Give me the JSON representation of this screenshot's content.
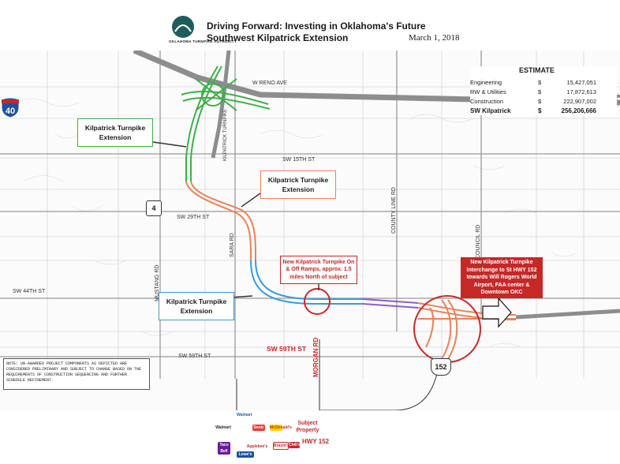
{
  "header": {
    "logo_text": "OKLAHOMA TURNPIKE AUTHORITY",
    "title_line1": "Driving Forward: Investing in Oklahoma's Future",
    "title_line2": "Southwest Kilpatrick Extension",
    "date": "March 1, 2018"
  },
  "estimate": {
    "title": "ESTIMATE",
    "rows": [
      {
        "label": "Engineering",
        "currency": "$",
        "amount": "15,427,051"
      },
      {
        "label": "RW & Utilities",
        "currency": "$",
        "amount": "17,872,613"
      },
      {
        "label": "Construction",
        "currency": "$",
        "amount": "222,907,002"
      }
    ],
    "total": {
      "label": "SW Kilpatrick",
      "currency": "$",
      "amount": "256,206,666"
    }
  },
  "callouts": {
    "green": "Kilpatrick Turnpike Extension",
    "orange": "Kilpatrick Turnpike Extension",
    "blue": "Kilpatrick Turnpike Extension",
    "ramps": "New Kilpatrick Turnpike On & Off Ramps, approx. 1.5 miles North of subject",
    "interchange": "New Kilpatrick Turnpike Interchange to St HWY 152 towards Will Rogers World Airport, FAA center & Downtown OKC"
  },
  "roads": {
    "w_reno": "W RENO AVE",
    "sw15": "SW 15TH ST",
    "sw29": "SW 29TH ST",
    "sw44": "SW 44TH ST",
    "sw59": "SW 59TH ST",
    "mustang": "MUSTANG RD",
    "sara": "SARA RD",
    "county_line": "COUNTY LINE RD",
    "council": "COUNCIL RD",
    "kilpatrick": "KILPATRICK TURNPIKE",
    "morgan": "MORGAN RD",
    "sw59_red": "SW 59TH ST"
  },
  "shields": {
    "hwy4": "4",
    "i40": "40",
    "i40_top": "INTERSTATE",
    "hwy152": "152"
  },
  "note": "NOTE: UN-AWARDED PROJECT COMPONENTS AS DEPICTED ARE CONSIDERED PRELIMINARY AND SUBJECT TO CHANGE BASED ON THE REQUIREMENTS OF CONSTRUCTION SEQUENCING AND FURTHER SCHEDULE REFINEMENT.",
  "businesses": [
    "Walmart",
    "Sonic",
    "McDonald's",
    "Applebee's",
    "Lowe's",
    "Taco Bell",
    "Braum's",
    "Chili's"
  ],
  "subject": "Subject Property",
  "hwy152_label": "HWY 152",
  "colors": {
    "green": "#3fae49",
    "orange": "#e8825a",
    "blue": "#3a9ad9",
    "purple": "#8a5fc9",
    "red": "#c62828"
  }
}
